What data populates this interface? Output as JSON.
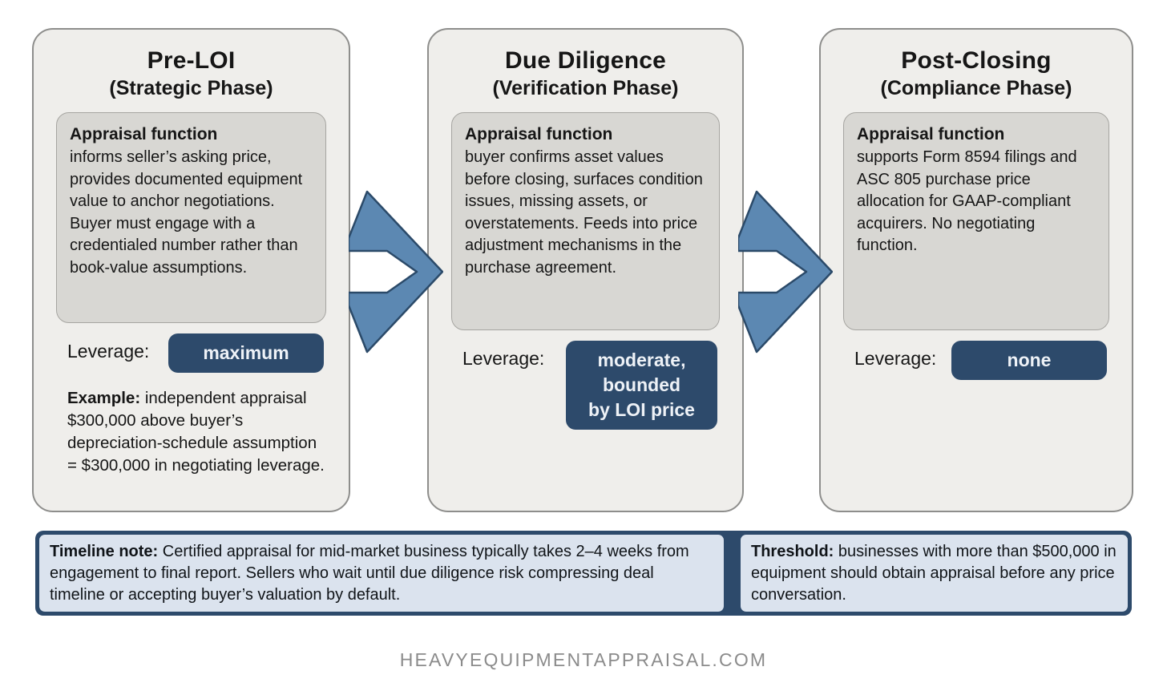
{
  "colors": {
    "navy": "#2d4a6b",
    "arrow_fill": "#5c88b2",
    "arrow_stroke": "#2b4a69",
    "card_bg": "#efeeeb",
    "inner_box_bg": "#d8d7d3",
    "note_bg": "#dbe3ee"
  },
  "phases": [
    {
      "title": "Pre-LOI",
      "subtitle": "(Strategic Phase)",
      "function_heading": "Appraisal function",
      "function_body": "informs seller’s asking price, provides documented equipment value to anchor negotiations. Buyer must engage with a credentialed number rather than book-value assumptions.",
      "leverage_label": "Leverage:",
      "leverage_value": "maximum",
      "example_label": "Example:",
      "example_body": "independent appraisal $300,000 above buyer’s depreciation-schedule assumption = $300,000 in negotiating leverage."
    },
    {
      "title": "Due Diligence",
      "subtitle": "(Verification Phase)",
      "function_heading": "Appraisal function",
      "function_body": "buyer confirms asset values before closing, surfaces condition issues, missing assets, or overstatements. Feeds into price adjustment mechanisms in the purchase agreement.",
      "leverage_label": "Leverage:",
      "leverage_value": "moderate,\nbounded\nby LOI price"
    },
    {
      "title": "Post-Closing",
      "subtitle": "(Compliance Phase)",
      "function_heading": "Appraisal function",
      "function_body": "supports Form 8594 filings and ASC 805 purchase price allocation for GAAP-compliant acquirers. No negotiating function.",
      "leverage_label": "Leverage:",
      "leverage_value": "none"
    }
  ],
  "notes": [
    {
      "label": "Timeline note:",
      "body": "Certified appraisal for mid-market business typically takes 2–4 weeks from engagement to final report. Sellers who wait until due diligence risk compressing deal timeline or accepting buyer’s valuation by default."
    },
    {
      "label": "Threshold:",
      "body": "businesses with more than $500,000 in equipment should obtain appraisal before any price conversation."
    }
  ],
  "footer": {
    "site": "HEAVYEQUIPMENTAPPRAISAL.COM"
  }
}
